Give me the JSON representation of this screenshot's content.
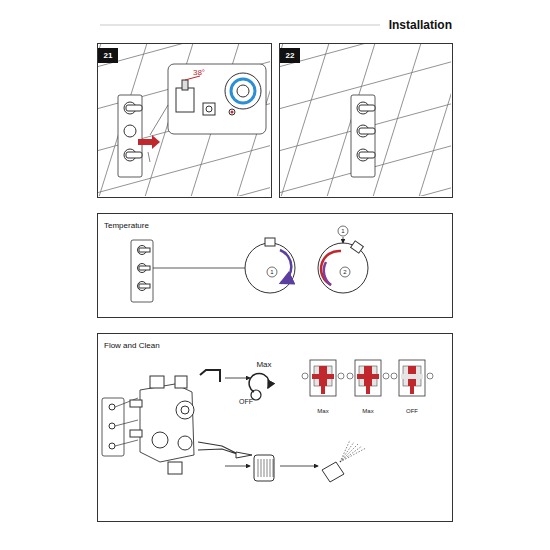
{
  "diagram": {
    "title": "Installation",
    "nodes": [
      {
        "text": [
          "21"
        ]
      },
      {
        "text": [
          "22"
        ]
      },
      {
        "text": [
          "Temperature"
        ]
      },
      {
        "text": [
          "Flow and Clean"
        ]
      }
    ],
    "labels": [
      "38°",
      "1",
      "1",
      "2",
      "Max",
      "OFF",
      "Max",
      "Max",
      "OFF"
    ]
  }
}
